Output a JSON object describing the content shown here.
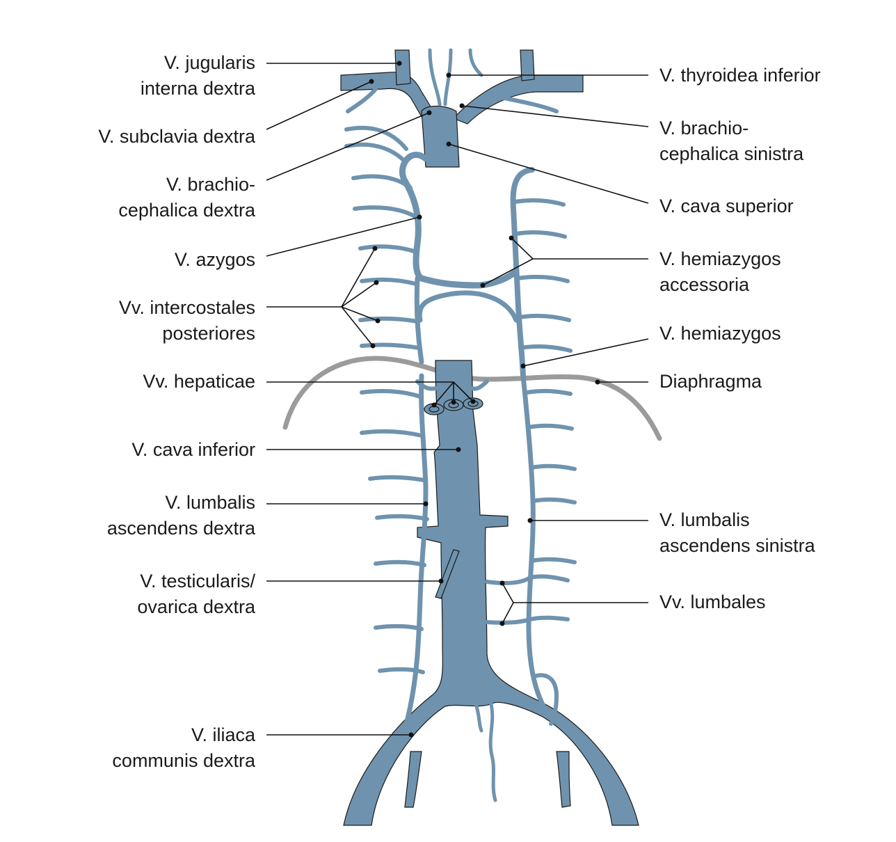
{
  "labels": {
    "v_jugularis_interna_dextra": "V. jugularis\ninterna dextra",
    "v_subclavia_dextra": "V. subclavia dextra",
    "v_brachiocephalica_dextra": "V. brachio-\ncephalica dextra",
    "v_azygos": "V. azygos",
    "vv_intercostales_posteriores": "Vv. intercostales\nposteriores",
    "vv_hepaticae": "Vv. hepaticae",
    "v_cava_inferior": "V. cava inferior",
    "v_lumbalis_ascendens_dextra": "V. lumbalis\nascendens dextra",
    "v_testicularis_ovarica_dextra": "V. testicularis/\novarica dextra",
    "v_iliaca_communis_dextra": "V. iliaca\ncommunis dextra",
    "v_thyroidea_inferior": "V. thyroidea inferior",
    "v_brachiocephalica_sinistra": "V. brachio-\ncephalica sinistra",
    "v_cava_superior": "V. cava superior",
    "v_hemiazygos_accessoria": "V. hemiazygos\naccessoria",
    "v_hemiazygos": "V. hemiazygos",
    "diaphragma": "Diaphragma",
    "v_lumbalis_ascendens_sinistra": "V. lumbalis\nascendens sinistra",
    "vv_lumbales": "Vv. lumbales"
  },
  "colors": {
    "vein": "#6f93ae",
    "diaphragm": "#9b9b9b",
    "leader": "#111111"
  }
}
